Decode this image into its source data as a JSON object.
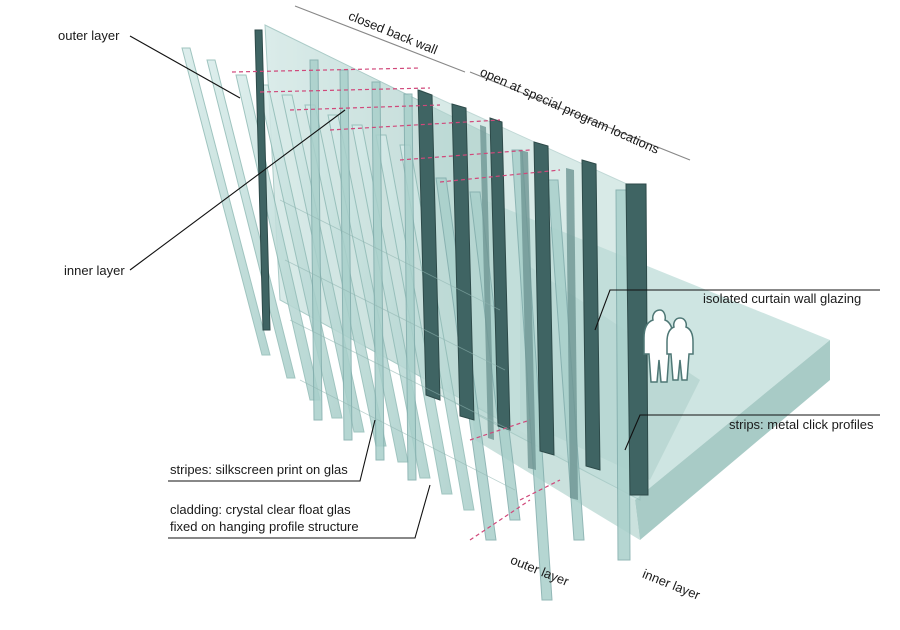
{
  "labels": {
    "outer_layer_top": "outer layer",
    "inner_layer_left": "inner layer",
    "closed_back_wall": "closed back wall",
    "open_special": "open at special program locations",
    "isolated_glazing": "isolated curtain wall glazing",
    "strips": "strips: metal click profiles",
    "stripes": "stripes: silkscreen print on glas",
    "cladding_line1": "cladding: crystal clear float glas",
    "cladding_line2": "fixed on hanging profile structure",
    "outer_layer_bottom": "outer layer",
    "inner_layer_bottom": "inner layer"
  },
  "colors": {
    "glass": "#bfe0dc",
    "glass_edge": "#8fbab5",
    "profile_dark": "#3f6463",
    "profile_mid": "#6f9694",
    "dash": "#d0487a",
    "slab_top": "#c6e0dd",
    "slab_side": "#9fc5c0",
    "leader": "#111111"
  },
  "icons": {
    "human_figures": "people-silhouette-icon"
  }
}
